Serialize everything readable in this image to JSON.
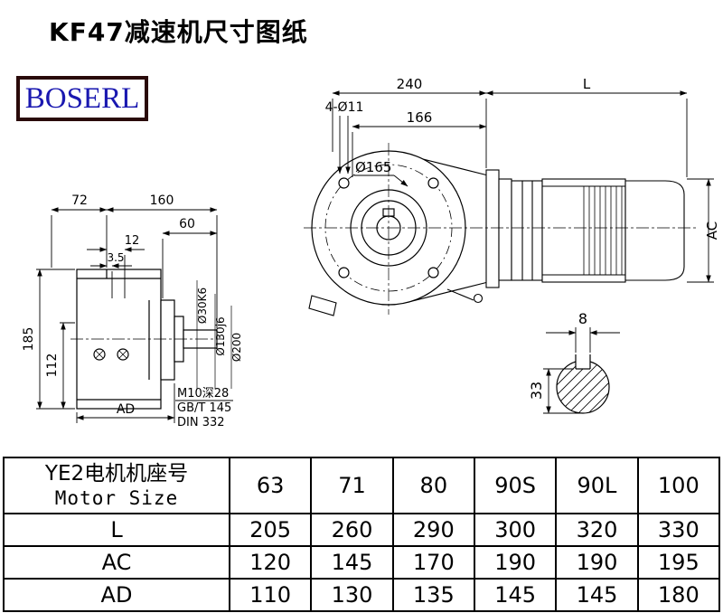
{
  "title": "KF47减速机尺寸图纸",
  "logo_text": "BOSERL",
  "front_view": {
    "dim_240": "240",
    "dim_L": "L",
    "dim_holes": "4-Ø11",
    "dim_166": "166",
    "dim_d165": "Ø165",
    "dim_AC": "AC"
  },
  "side_view": {
    "dim_72": "72",
    "dim_160": "160",
    "dim_60": "60",
    "dim_12": "12",
    "dim_35": "3.5",
    "dim_185": "185",
    "dim_112": "112",
    "dim_AD": "AD",
    "dim_shaft": "Ø30K6",
    "dim_spigot": "Ø130j6",
    "dim_flange": "Ø200",
    "note_tap": "M10深28",
    "note_gb": "GB/T 145",
    "note_din": "DIN 332"
  },
  "shaft_section": {
    "dim_8": "8",
    "dim_33": "33"
  },
  "table": {
    "header": {
      "cn": "YE2电机机座号",
      "en": "Motor Size"
    },
    "sizes": [
      "63",
      "71",
      "80",
      "90S",
      "90L",
      "100"
    ],
    "rows": [
      {
        "label": "L",
        "values": [
          "205",
          "260",
          "290",
          "300",
          "320",
          "330"
        ]
      },
      {
        "label": "AC",
        "values": [
          "120",
          "145",
          "170",
          "190",
          "190",
          "195"
        ]
      },
      {
        "label": "AD",
        "values": [
          "110",
          "130",
          "135",
          "145",
          "145",
          "180"
        ]
      }
    ]
  }
}
